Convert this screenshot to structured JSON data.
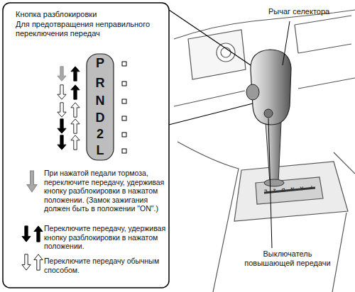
{
  "diagram": {
    "labels": [
      "Кнопка разблокировки",
      "Для предотвращения неправильного переключения передач",
      "P",
      "R",
      "N",
      "D",
      "2",
      "L",
      "Рычаг селектора",
      "Выключатель повышающей передачи",
      "P",
      "R",
      "N",
      "D",
      "2",
      "L"
    ],
    "legend": [
      {
        "text": "При нажатой педали тормоза, переключите передачу, удерживая кнопку разблокировки в нажатом положении. (Замок зажигания должен быть в положении \"ON\".)"
      },
      {
        "text": "Переключите передачу, удерживая кнопку разблокировки в нажатом положении."
      },
      {
        "text": "Переключите передачу обычным способом."
      }
    ]
  }
}
